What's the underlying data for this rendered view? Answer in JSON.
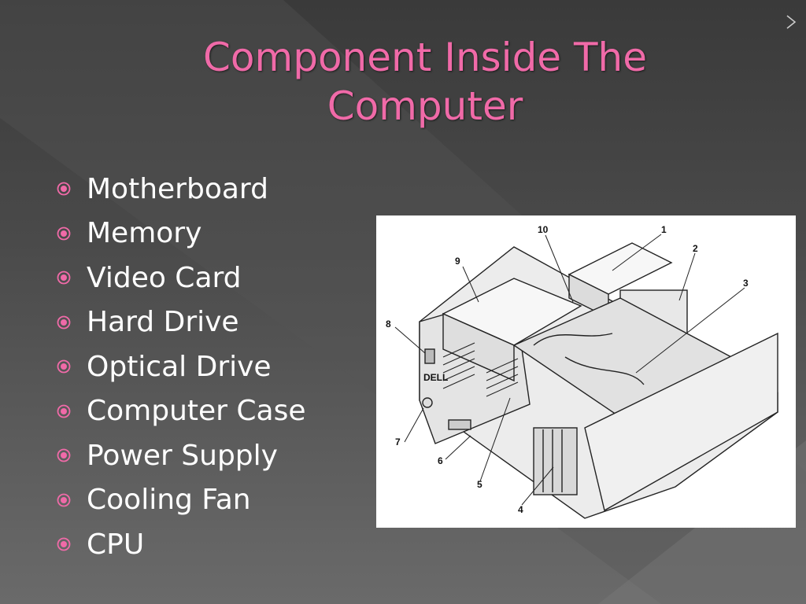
{
  "slide": {
    "title": "Component Inside The Computer",
    "title_color": "#f06aa8",
    "bullet_color": "#f06aa8",
    "bullets": [
      "Motherboard",
      "Memory",
      "Video Card",
      "Hard Drive",
      "Optical Drive",
      "Computer Case",
      "Power Supply",
      "Cooling Fan",
      "CPU"
    ]
  },
  "diagram": {
    "icon": "computer-interior-illustration",
    "callouts": [
      "1",
      "2",
      "3",
      "4",
      "5",
      "6",
      "7",
      "8",
      "9",
      "10"
    ],
    "brand": "DELL"
  }
}
